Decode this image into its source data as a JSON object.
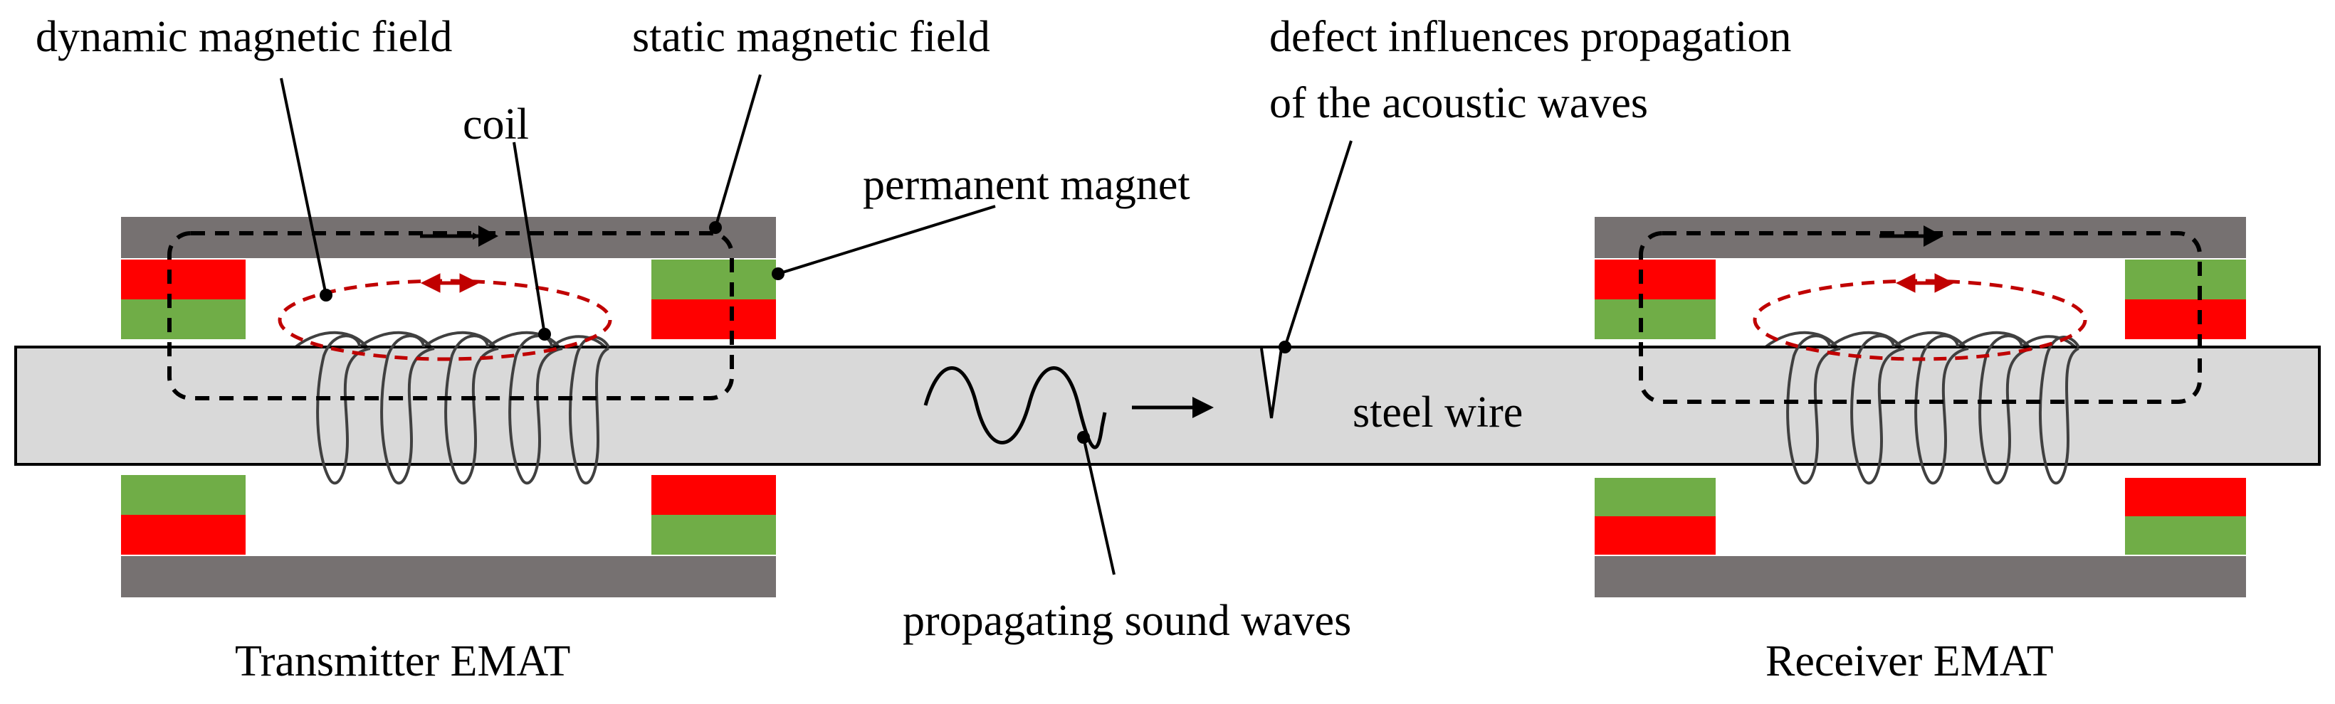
{
  "labels": {
    "dynamic_field": "dynamic magnetic field",
    "static_field": "static magnetic field",
    "coil": "coil",
    "permanent_magnet": "permanent magnet",
    "defect_line1": "defect influences propagation",
    "defect_line2": "of the acoustic waves",
    "steel_wire": "steel wire",
    "sound_waves": "propagating sound waves",
    "transmitter": "Transmitter EMAT",
    "receiver": "Receiver EMAT"
  },
  "colors": {
    "yoke": "#767171",
    "magnet_red": "#ff0000",
    "magnet_green": "#70ad47",
    "wire_fill": "#d9d9d9",
    "dynamic_field_line": "#c00000",
    "static_field_line": "#000000",
    "coil_line": "#404040"
  }
}
